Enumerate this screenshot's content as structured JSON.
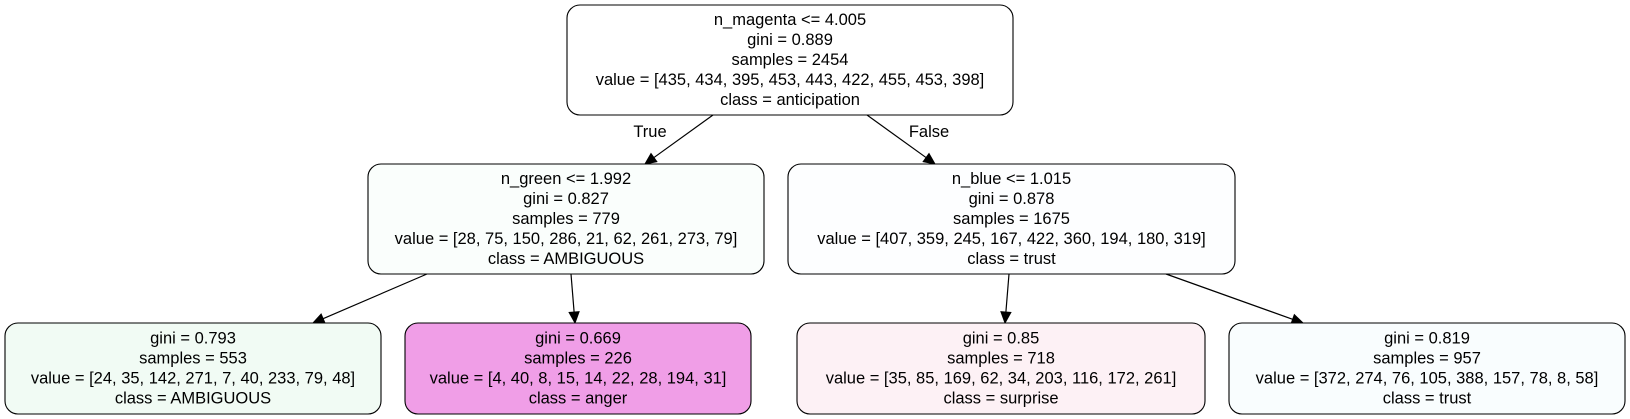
{
  "tree": {
    "nodes": [
      {
        "id": "node-0",
        "lines": [
          "n_magenta <= 4.005",
          "gini = 0.889",
          "samples = 2454",
          "value = [435, 434, 395, 453, 443, 422, 455, 453, 398]",
          "class = anticipation"
        ],
        "fill": "#ffffff"
      },
      {
        "id": "node-1",
        "lines": [
          "n_green <= 1.992",
          "gini = 0.827",
          "samples = 779",
          "value = [28, 75, 150, 286, 21, 62, 261, 273, 79]",
          "class = AMBIGUOUS"
        ],
        "fill": "#fafefc"
      },
      {
        "id": "node-2",
        "lines": [
          "n_blue <= 1.015",
          "gini = 0.878",
          "samples = 1675",
          "value = [407, 359, 245, 167, 422, 360, 194, 180, 319]",
          "class = trust"
        ],
        "fill": "#fdfeff"
      },
      {
        "id": "node-3",
        "lines": [
          "gini = 0.793",
          "samples = 553",
          "value = [24, 35, 142, 271, 7, 40, 233, 79, 48]",
          "class = AMBIGUOUS"
        ],
        "fill": "#f1fbf4"
      },
      {
        "id": "node-4",
        "lines": [
          "gini = 0.669",
          "samples = 226",
          "value = [4, 40, 8, 15, 14, 22, 28, 194, 31]",
          "class = anger"
        ],
        "fill": "#f09ee7"
      },
      {
        "id": "node-5",
        "lines": [
          "gini = 0.85",
          "samples = 718",
          "value = [35, 85, 169, 62, 34, 203, 116, 172, 261]",
          "class = surprise"
        ],
        "fill": "#fdf1f5"
      },
      {
        "id": "node-6",
        "lines": [
          "gini = 0.819",
          "samples = 957",
          "value = [372, 274, 76, 105, 388, 157, 78, 8, 58]",
          "class = trust"
        ],
        "fill": "#f9fdfe"
      }
    ],
    "edges": [
      {
        "from": "node-0",
        "to": "node-1",
        "label": "True"
      },
      {
        "from": "node-0",
        "to": "node-2",
        "label": "False"
      },
      {
        "from": "node-1",
        "to": "node-3",
        "label": ""
      },
      {
        "from": "node-1",
        "to": "node-4",
        "label": ""
      },
      {
        "from": "node-2",
        "to": "node-5",
        "label": ""
      },
      {
        "from": "node-2",
        "to": "node-6",
        "label": ""
      }
    ]
  }
}
